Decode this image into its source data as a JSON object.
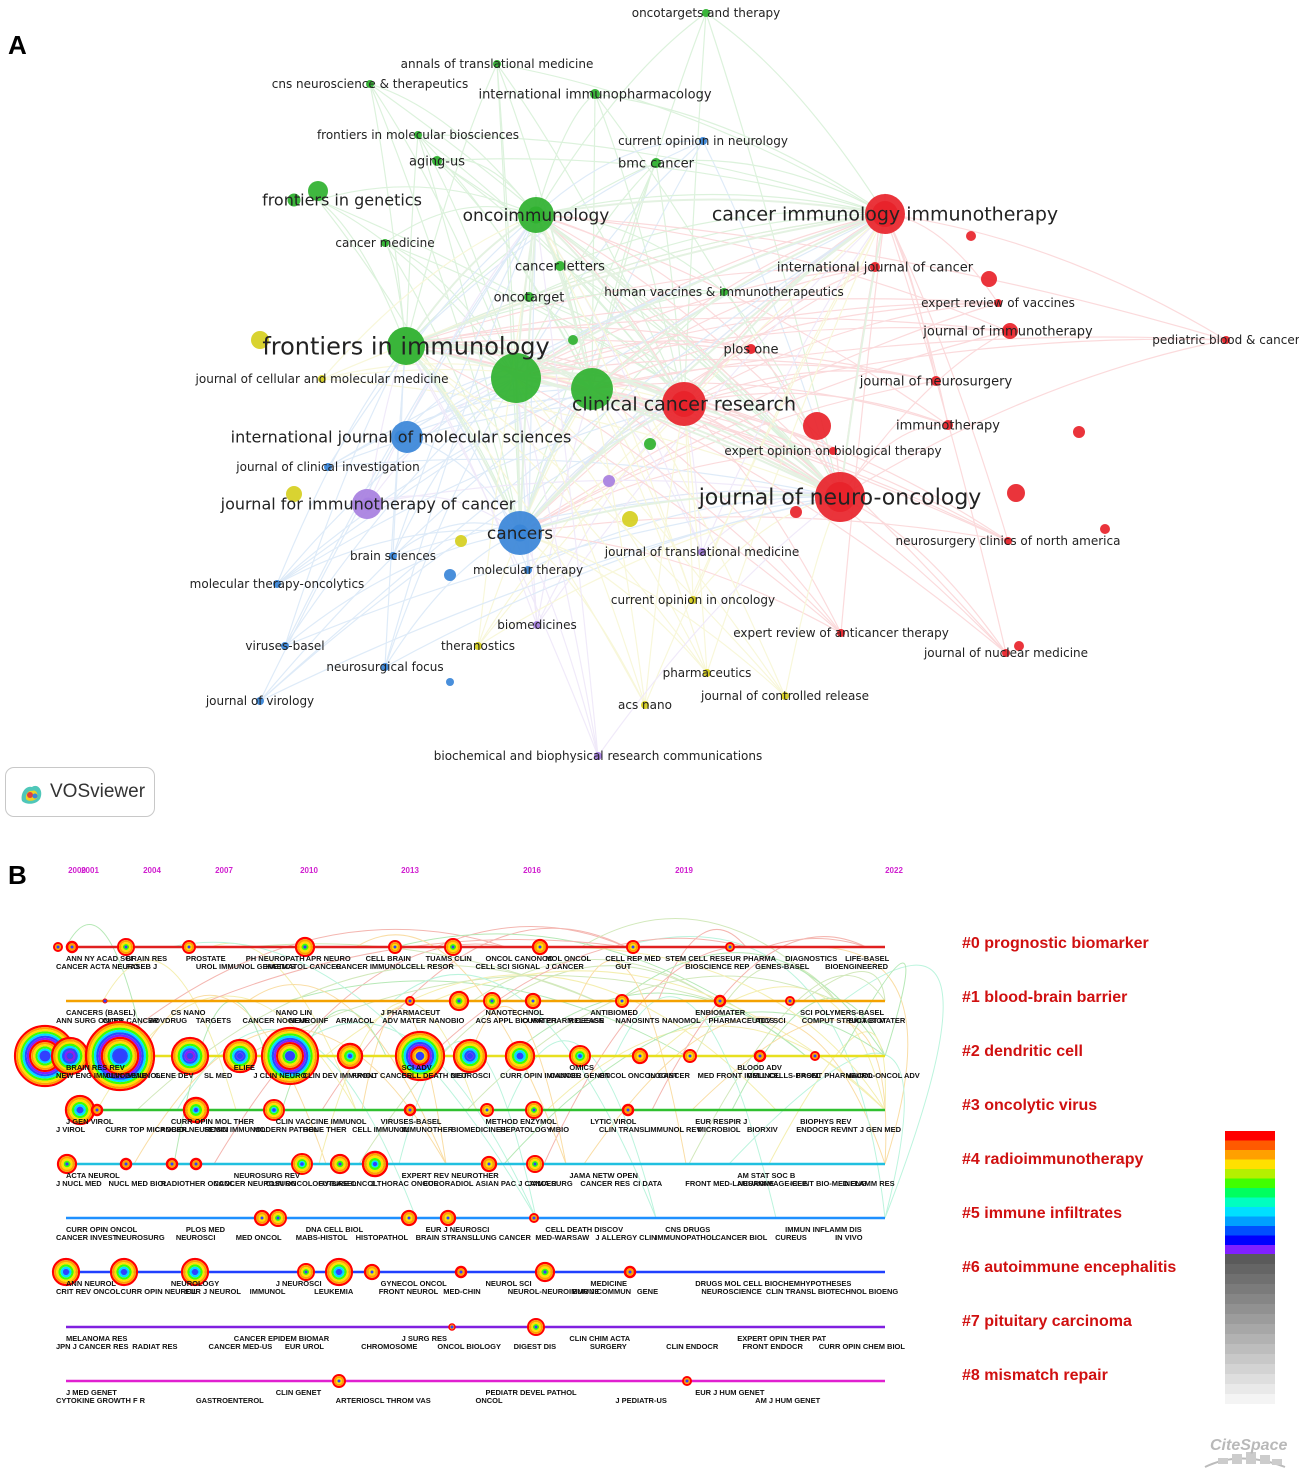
{
  "panels": {
    "a": "A",
    "b": "B"
  },
  "vosviewer": {
    "logo_label": "VOSviewer",
    "cluster_colors": {
      "red": "#e8232a",
      "green": "#2fb12f",
      "blue": "#3a86d8",
      "yellow": "#d6cf1f",
      "purple": "#a77fe0"
    },
    "nodes": [
      {
        "label": "oncotargets and therapy",
        "cluster": "green",
        "weight": 1
      },
      {
        "label": "annals of translational medicine",
        "cluster": "green",
        "weight": 1
      },
      {
        "label": "cns neuroscience & therapeutics",
        "cluster": "green",
        "weight": 1
      },
      {
        "label": "international immunopharmacology",
        "cluster": "green",
        "weight": 2
      },
      {
        "label": "frontiers in molecular biosciences",
        "cluster": "green",
        "weight": 1
      },
      {
        "label": "current opinion in neurology",
        "cluster": "blue",
        "weight": 1
      },
      {
        "label": "aging-us",
        "cluster": "green",
        "weight": 2
      },
      {
        "label": "bmc cancer",
        "cluster": "green",
        "weight": 2
      },
      {
        "label": "frontiers in genetics",
        "cluster": "green",
        "weight": 3
      },
      {
        "label": "oncoimmunology",
        "cluster": "green",
        "weight": 4
      },
      {
        "label": "cancer immunology immunotherapy",
        "cluster": "red",
        "weight": 5
      },
      {
        "label": "cancer medicine",
        "cluster": "green",
        "weight": 1
      },
      {
        "label": "cancer letters",
        "cluster": "green",
        "weight": 2
      },
      {
        "label": "international journal of cancer",
        "cluster": "red",
        "weight": 2
      },
      {
        "label": "human vaccines & immunotherapeutics",
        "cluster": "green",
        "weight": 1
      },
      {
        "label": "oncotarget",
        "cluster": "green",
        "weight": 2
      },
      {
        "label": "expert review of vaccines",
        "cluster": "red",
        "weight": 1
      },
      {
        "label": "journal of immunotherapy",
        "cluster": "red",
        "weight": 2
      },
      {
        "label": "pediatric blood & cancer",
        "cluster": "red",
        "weight": 1
      },
      {
        "label": "frontiers in immunology",
        "cluster": "green",
        "weight": 7
      },
      {
        "label": "plos one",
        "cluster": "red",
        "weight": 2
      },
      {
        "label": "journal of cellular and molecular medicine",
        "cluster": "yellow",
        "weight": 1
      },
      {
        "label": "journal of neurosurgery",
        "cluster": "red",
        "weight": 2
      },
      {
        "label": "clinical cancer research",
        "cluster": "red",
        "weight": 5
      },
      {
        "label": "immunotherapy",
        "cluster": "red",
        "weight": 2
      },
      {
        "label": "international journal of molecular sciences",
        "cluster": "blue",
        "weight": 3
      },
      {
        "label": "expert opinion on biological therapy",
        "cluster": "red",
        "weight": 1
      },
      {
        "label": "journal of clinical investigation",
        "cluster": "blue",
        "weight": 1
      },
      {
        "label": "journal of neuro-oncology",
        "cluster": "red",
        "weight": 6
      },
      {
        "label": "journal for immunotherapy of cancer",
        "cluster": "purple",
        "weight": 3
      },
      {
        "label": "cancers",
        "cluster": "blue",
        "weight": 4
      },
      {
        "label": "neurosurgery clinics of north america",
        "cluster": "red",
        "weight": 1
      },
      {
        "label": "brain sciences",
        "cluster": "blue",
        "weight": 1
      },
      {
        "label": "journal of translational medicine",
        "cluster": "purple",
        "weight": 1
      },
      {
        "label": "molecular therapy-oncolytics",
        "cluster": "blue",
        "weight": 1
      },
      {
        "label": "molecular therapy",
        "cluster": "blue",
        "weight": 1
      },
      {
        "label": "current opinion in oncology",
        "cluster": "yellow",
        "weight": 1
      },
      {
        "label": "biomedicines",
        "cluster": "purple",
        "weight": 1
      },
      {
        "label": "viruses-basel",
        "cluster": "blue",
        "weight": 1
      },
      {
        "label": "theranostics",
        "cluster": "yellow",
        "weight": 1
      },
      {
        "label": "expert review of anticancer therapy",
        "cluster": "red",
        "weight": 1
      },
      {
        "label": "neurosurgical focus",
        "cluster": "blue",
        "weight": 1
      },
      {
        "label": "journal of nuclear medicine",
        "cluster": "red",
        "weight": 1
      },
      {
        "label": "pharmaceutics",
        "cluster": "yellow",
        "weight": 1
      },
      {
        "label": "journal of controlled release",
        "cluster": "yellow",
        "weight": 1
      },
      {
        "label": "journal of virology",
        "cluster": "blue",
        "weight": 1
      },
      {
        "label": "acs nano",
        "cluster": "yellow",
        "weight": 1
      },
      {
        "label": "biochemical and biophysical research communications",
        "cluster": "purple",
        "weight": 1
      }
    ]
  },
  "citespace": {
    "brand": "CiteSpace",
    "years": [
      "2000",
      "2001",
      "2004",
      "2007",
      "2010",
      "2013",
      "2016",
      "2019",
      "2022"
    ],
    "clusters": [
      {
        "label": "#0 prognostic biomarker",
        "color": "#e02020",
        "top": [
          "ANN NY ACAD SCI",
          "BRAIN RES",
          "PROSTATE",
          "PH NEUROPATH",
          "APR NEURO",
          "CELL BRAIN",
          "TUAMS CLIN",
          "ONCOL CANONCO",
          "MOL ONCOL",
          "CELL REP MED",
          "STEM CELL RES",
          "EUR PHARMA",
          "DIAGNOSTICS",
          "LIFE-BASEL"
        ],
        "bottom": [
          "CANCER ACTA NEURO",
          "FASEB J",
          "UROL IMMUNOL GENETICS",
          "HAEMATOL CANCER",
          "CANCER IMMUNOL",
          "CELL RESOR",
          "CELL SCI SIGNAL",
          "J CANCER",
          "GUT",
          "BIOSCIENCE REP",
          "GENES-BASEL",
          "BIOENGINEERED"
        ]
      },
      {
        "label": "#1 blood-brain barrier",
        "color": "#f4a100",
        "top": [
          "CANCERS (BASEL)",
          "CS NANO",
          "NANO LIN",
          "J PHARMACEUT",
          "NANOTECHNOL",
          "ANTIBIOMED",
          "ENBIOMATER",
          "SCI POLYMERS-BASEL"
        ],
        "bottom": [
          "ANN SURG ONCOL",
          "CURR CANCER",
          "ADVDRUG",
          "TARGETS",
          "CANCER NOGENE",
          "NEUROINF",
          "ARMACOL",
          "ADV MATER",
          "NANOBIO",
          "ACS APPL BIO MATER",
          "CURR PHARM DESIGN",
          "RELEASE",
          "NANOSINTS",
          "NANOMOL",
          "PHARMACEUTICS",
          "ADV SCI",
          "COMPUT STRUCT BIOT",
          "BIOACT MATER"
        ]
      },
      {
        "label": "#2 dendritic cell",
        "color": "#e8e020",
        "top": [
          "BRAIN RES REV",
          "ELIFE",
          "SCI ADV",
          "OMICS",
          "BLOOD ADV"
        ],
        "bottom": [
          "NEW ENG IMMUNOGENE",
          "CLIN IMMUNOL",
          "GENE DEV",
          "SL MED",
          "J CLIN NEURO",
          "CLIN DEV IMMUNOL",
          "FRONT CANCER",
          "CELL DEATH DIST",
          "NEUROSCI",
          "CURR OPIN IMMUNOL",
          "CANCER GENET",
          "ONCOL ONCOLOGIST",
          "IN CANCER",
          "MED FRONT IMMUNOL",
          "CELL CELLS-BASEL",
          "FRONT PHARMACOL",
          "NEURO-ONCOL ADV"
        ]
      },
      {
        "label": "#3 oncolytic virus",
        "color": "#30c030",
        "top": [
          "J GEN VIROL",
          "CURR OPIN MOL THER",
          "CLIN VACCINE IMMUNOL",
          "VIRUSES-BASEL",
          "METHOD ENZYMOL",
          "LYTIC VIROL",
          "EUR RESPIR J",
          "BIOPHYS REV"
        ],
        "bottom": [
          "J VIROL",
          "CURR TOP MICROBIOL",
          "CANCER NEUROSCI",
          "SEMIN IMMUNOL",
          "MODERN PATHOL",
          "GENE THER",
          "CELL IMMUNOL",
          "IMMUNOTHER",
          "BIOMEDICINES",
          "HEPATOLOGY",
          "MBIO",
          "CLIN TRANSL",
          "IMMUNOL REV",
          "MICROBIOL",
          "BIORXIV",
          "ENDOCR REV",
          "INT J GEN MED"
        ]
      },
      {
        "label": "#4 radioimmunotherapy",
        "color": "#20c0e0",
        "top": [
          "ACTA NEUROL",
          "NEUROSURG REV",
          "EXPERT REV NEUROTHER",
          "JAMA NETW OPEN",
          "AM STAT SOC B"
        ],
        "bottom": [
          "J NUCL MED",
          "NUCL MED BIOL",
          "RADIOTHER ONCOL",
          "CANCER NEUROSURG",
          "CLIN ONCOLOGY-BASEL",
          "FUTURE ONCOL",
          "J THORAC ONCOL",
          "EURORADIOL",
          "ASIAN PAC J CANCER",
          "JAMA SURG",
          "CANCER RES",
          "CI DATA",
          "FRONT MED-LAUSANNE",
          "NEUROIMAGE-CLIN",
          "IEEE T BIO-MED ENG",
          "INFLAMM RES"
        ]
      },
      {
        "label": "#5 immune infiltrates",
        "color": "#1e90ff",
        "top": [
          "CURR OPIN ONCOL",
          "PLOS MED",
          "DNA CELL BIOL",
          "EUR J NEUROSCI",
          "CELL DEATH DISCOV",
          "CNS DRUGS",
          "IMMUN INFLAMM DIS"
        ],
        "bottom": [
          "CANCER INVEST",
          "NEUROSURG",
          "NEUROSCI",
          "MED ONCOL",
          "MABS-HISTOL",
          "HISTOPATHOL",
          "BRAIN STRANSL",
          "LUNG CANCER",
          "MED-WARSAW",
          "J ALLERGY CLIN",
          "IMMUNOPATHOL",
          "CANCER BIOL",
          "CUREUS",
          "IN VIVO"
        ]
      },
      {
        "label": "#6 autoimmune encephalitis",
        "color": "#2040ff",
        "top": [
          "ANN NEUROL",
          "NEUROLOGY",
          "J NEUROSCI",
          "GYNECOL ONCOL",
          "NEUROL SCI",
          "MEDICINE",
          "DRUGS MOL CELL BIOCHEM",
          "HYPOTHESES"
        ],
        "bottom": [
          "CRIT REV ONCOL",
          "CURR OPIN NEUROL",
          "EUR J NEUROL",
          "IMMUNOL",
          "LEUKEMIA",
          "FRONT NEUROL",
          "MED-CHIN",
          "NEUROL-NEUROIMMUNE",
          "EUR J COMMUN",
          "GENE",
          "NEUROSCIENCE",
          "CLIN TRANSL BIO",
          "TECHNOL BIOENG"
        ]
      },
      {
        "label": "#7 pituitary carcinoma",
        "color": "#8020e0",
        "top": [
          "MELANOMA RES",
          "CANCER EPIDEM BIOMAR",
          "J SURG RES",
          "CLIN CHIM ACTA",
          "EXPERT OPIN THER PAT"
        ],
        "bottom": [
          "JPN J CANCER RES",
          "RADIAT RES",
          "CANCER MED-US",
          "EUR UROL",
          "CHROMOSOME",
          "ONCOL BIOLOGY",
          "DIGEST DIS",
          "SURGERY",
          "CLIN ENDOCR",
          "FRONT ENDOCR",
          "CURR OPIN CHEM BIOL"
        ]
      },
      {
        "label": "#8 mismatch repair",
        "color": "#e020d0",
        "top": [
          "J MED GENET",
          "CLIN GENET",
          "PEDIATR DEVEL PATHOL",
          "EUR J HUM GENET"
        ],
        "bottom": [
          "CYTOKINE GROWTH F R",
          "GASTROENTEROL",
          "ARTERIOSCL THROM VAS",
          "ONCOL",
          "J PEDIATR-US",
          "AM J HUM GENET"
        ]
      }
    ],
    "legend_colors": [
      "#ff0000",
      "#ff5a00",
      "#ffa000",
      "#ffe000",
      "#b4f000",
      "#40ff00",
      "#00ff60",
      "#00ffc0",
      "#00e0ff",
      "#00a0ff",
      "#0050ff",
      "#0000ff",
      "#8020ff"
    ]
  }
}
